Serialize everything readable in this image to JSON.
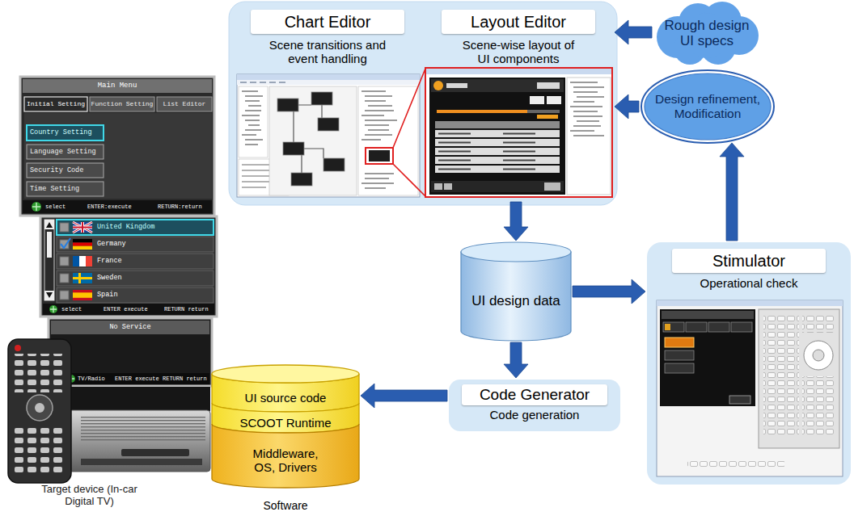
{
  "diagram": {
    "nodes": [
      {
        "text": [
          "Chart Editor",
          "Scene transitions and event handling"
        ]
      },
      {
        "text": [
          "Layout Editor",
          "Scene-wise layout of UI components"
        ]
      },
      {
        "text": [
          "Rough design UI specs"
        ]
      },
      {
        "text": [
          "Design refinement, Modification"
        ]
      },
      {
        "text": [
          "UI design data"
        ]
      },
      {
        "text": [
          "Stimulator",
          "Operational check"
        ]
      },
      {
        "text": [
          "Code Generator",
          "Code generation"
        ]
      },
      {
        "text": [
          "Software"
        ]
      },
      {
        "text": [
          "UI source code"
        ],
        "in": 7
      },
      {
        "text": [
          "SCOOT Runtime"
        ],
        "in": 7
      },
      {
        "text": [
          "Middleware, OS, Drivers"
        ],
        "in": 7
      }
    ],
    "edges": [
      {
        "from": 2,
        "to": 1,
        "arrow": "to"
      },
      {
        "from": 3,
        "to": 1,
        "arrow": "to"
      },
      {
        "from": 1,
        "to": 4,
        "arrow": "to"
      },
      {
        "from": 4,
        "to": 5,
        "arrow": "to"
      },
      {
        "from": 5,
        "to": 3,
        "arrow": "to"
      },
      {
        "from": 4,
        "to": 6,
        "arrow": "to"
      },
      {
        "from": 6,
        "to": 8,
        "arrow": "to"
      }
    ],
    "labels": [
      "Main Menu",
      "Initial Setting",
      "Function Setting",
      "List Editor",
      "Country Setting",
      "Language Setting",
      "Security Code",
      "Time Setting",
      "select",
      "ENTER:execute",
      "RETURN:return",
      "United Kingdom",
      "Germany",
      "France",
      "Sweden",
      "Spain",
      "select",
      "ENTER execute",
      "RETURN return",
      "No Service",
      "TV/Radio",
      "ENTER execute",
      "RETURN return",
      "Target device (In-car Digital TV)"
    ]
  }
}
